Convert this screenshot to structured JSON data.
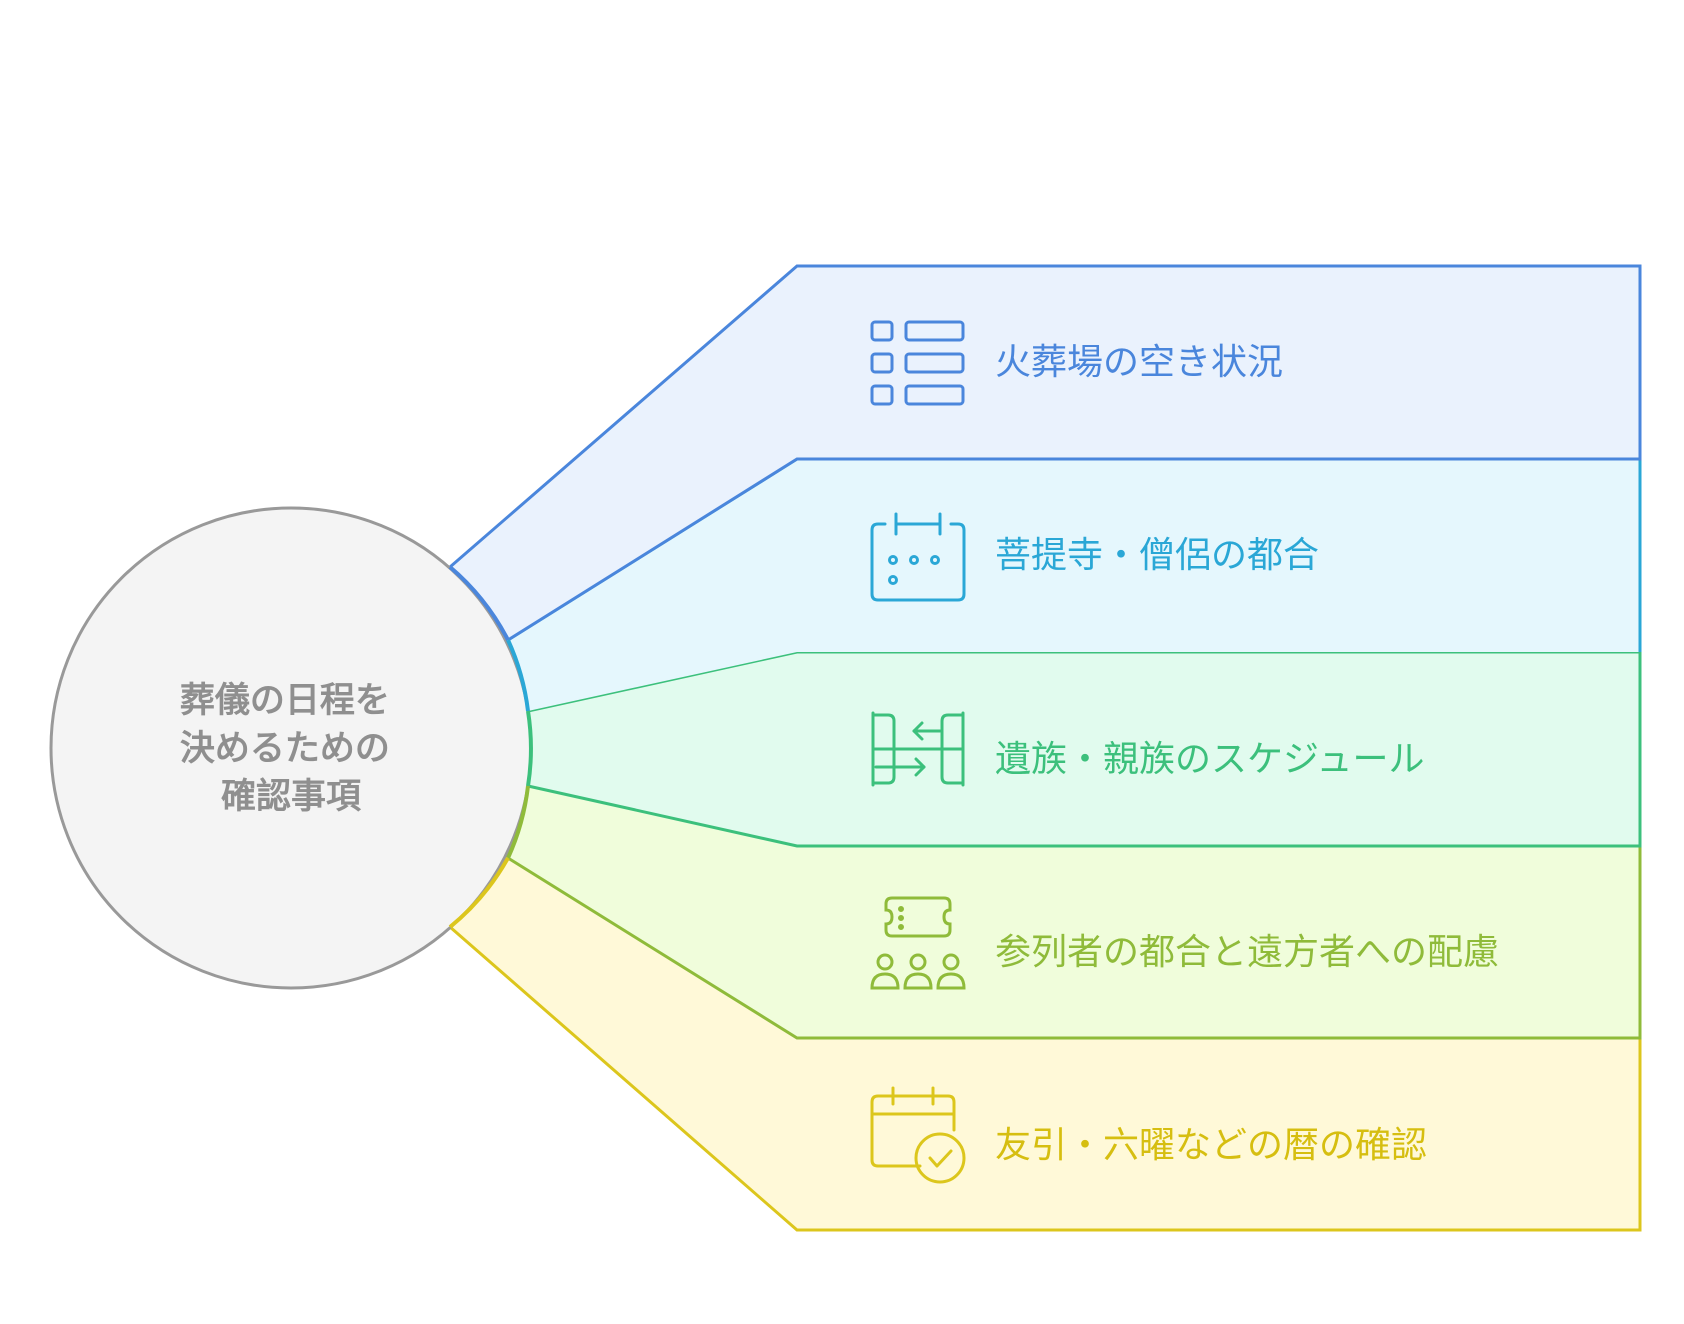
{
  "center": {
    "title_lines": [
      "葬儀の日程を",
      "決めるための",
      "確認事項"
    ],
    "stroke": "#999999",
    "fill": "#f4f4f4"
  },
  "items": [
    {
      "label": "火葬場の空き状況",
      "icon": "list-icon",
      "stroke": "#4a86dc",
      "fill": "#eaf2fd",
      "text_color": "#4a86dc"
    },
    {
      "label": "菩提寺・僧侶の都合",
      "icon": "calendar-dots-icon",
      "stroke": "#2aa7d6",
      "fill": "#e5f7fd",
      "text_color": "#2aa7d6"
    },
    {
      "label": "遺族・親族のスケジュール",
      "icon": "arrows-exchange-icon",
      "stroke": "#3cc07c",
      "fill": "#e1fbee",
      "text_color": "#3cc07c"
    },
    {
      "label": "参列者の都合と遠方者への配慮",
      "icon": "ticket-people-icon",
      "stroke": "#8fbb3a",
      "fill": "#f0fddb",
      "text_color": "#8fbb3a"
    },
    {
      "label": "友引・六曜などの暦の確認",
      "icon": "calendar-check-icon",
      "stroke": "#dcc61c",
      "fill": "#fff9d8",
      "text_color": "#d6be10"
    }
  ]
}
